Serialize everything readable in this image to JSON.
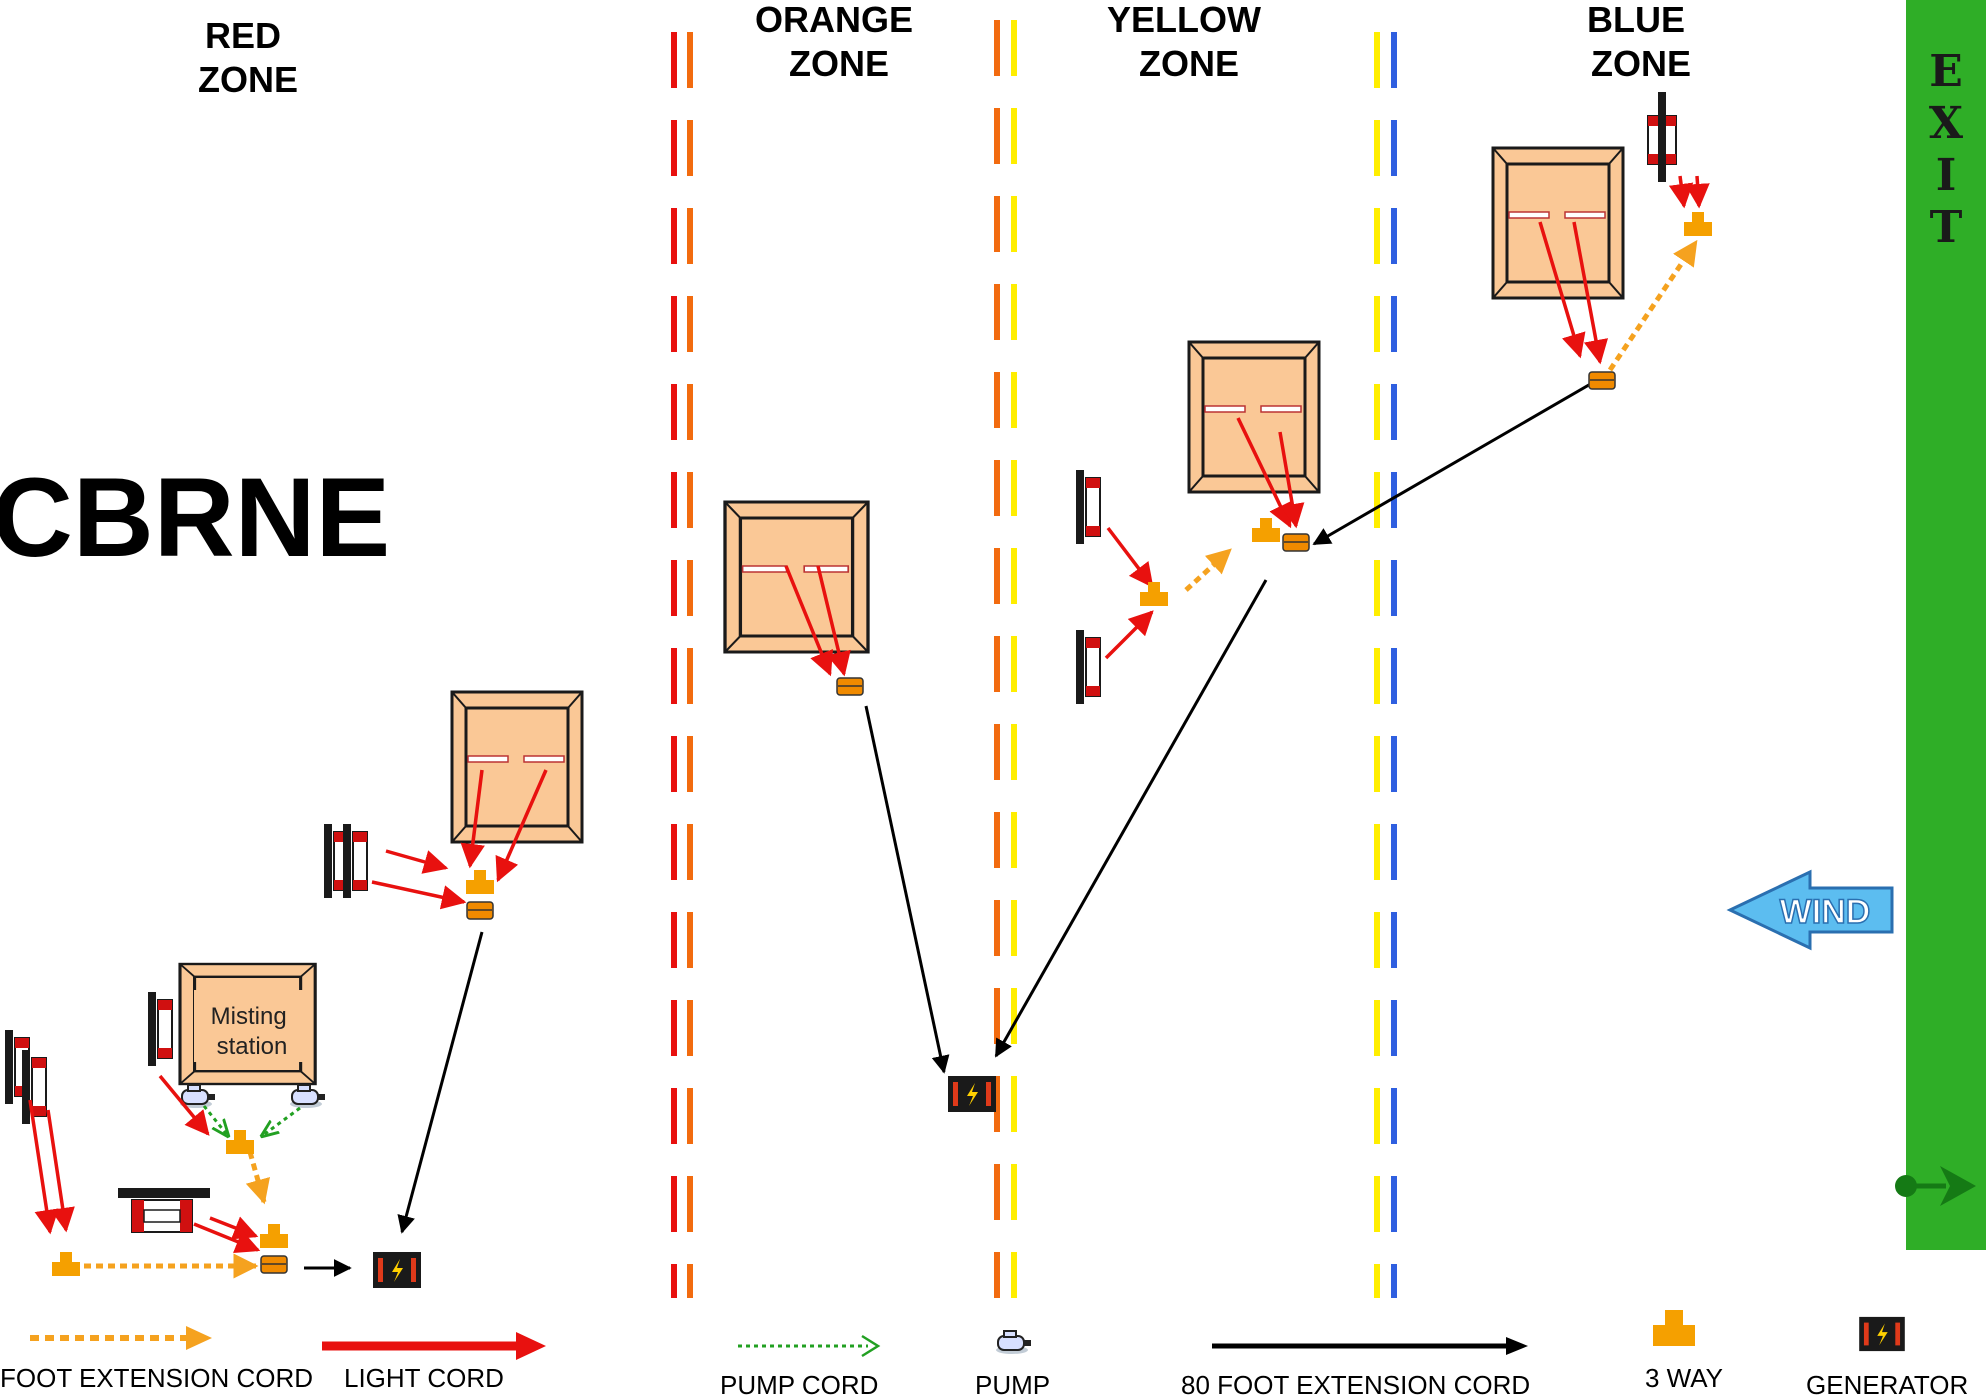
{
  "zones": {
    "red": [
      "RED",
      "ZONE"
    ],
    "orange": [
      "ORANGE",
      "ZONE"
    ],
    "yellow": [
      "YELLOW",
      "ZONE"
    ],
    "blue": [
      "BLUE",
      "ZONE"
    ]
  },
  "title": "CBRNE",
  "misting_station": [
    "Misting",
    "station"
  ],
  "exit_letters": [
    "E",
    "X",
    "I",
    "T"
  ],
  "wind_label": "WIND",
  "legend": {
    "extension_cord": "FOOT EXTENSION CORD",
    "light_cord": "LIGHT CORD",
    "pump_cord": "PUMP CORD",
    "pump": "PUMP",
    "extension_80": "80 FOOT EXTENSION CORD",
    "three_way": "3 WAY",
    "generator": "GENERATOR"
  },
  "colors": {
    "red_zone_line": "#e8110f",
    "orange_zone_line": "#f26b0f",
    "yellow_zone_line": "#ffee00",
    "blue_zone_line": "#2f5fe0",
    "exit_bar": "#2fae27",
    "tent_fill": "#fac896",
    "light_cord": "#e8110f",
    "extension_cord": "#f5a21f",
    "pump_cord": "#22a022",
    "extension_80": "#000000",
    "wind_arrow": "#5cbdf0",
    "three_way": "#f5a000",
    "generator": "#1a1a1a"
  }
}
